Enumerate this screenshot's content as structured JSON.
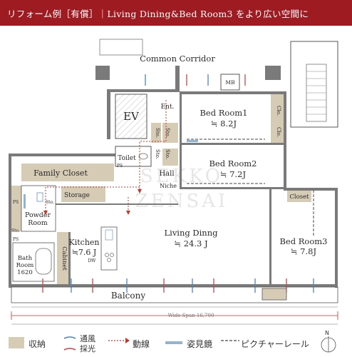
{
  "banner": {
    "text": "リフォーム例［有償］｜Living Dining&Bed Room3 をより広い空間に"
  },
  "plan": {
    "corridor": "Common Corridor",
    "mb": "MB",
    "ev": "EV",
    "ent": "Ent.",
    "bed1": {
      "name": "Bed Room1",
      "size": "≒ 8.2J"
    },
    "bed2": {
      "name": "Bed Room2",
      "size": "≒ 7.2J"
    },
    "bed3": {
      "name": "Bed Room3",
      "size": "≒ 7.8J"
    },
    "living": {
      "name": "Living Dinng",
      "size": "≒ 24.3 J"
    },
    "kitchen": {
      "name": "Kitchen",
      "size": "≒7.6 J"
    },
    "family_closet": "Family Closet",
    "storage": "Storage",
    "powder": {
      "line1": "Powder",
      "line2": "Room"
    },
    "bath": {
      "line1": "Bath",
      "line2": "Room",
      "line3": "1620"
    },
    "cabinet": "Cabinet",
    "toilet": "Toilet",
    "hall": "Hall",
    "niche": "Niche",
    "closet": "Closet",
    "clo": "Clo.",
    "sto": "Sto.",
    "ps": "PS",
    "dw": "DW",
    "balcony": "Balcony",
    "wide_span": "Wide Span 16,700",
    "watermark_1": "SEKKO",
    "watermark_2": "ZENSAI",
    "north": "N"
  },
  "legend": {
    "storage": "収納",
    "ventilation_1": "通風",
    "ventilation_2": "採光",
    "flow": "動線",
    "mirror": "姿見鏡",
    "picture_rail": "ピクチャーレール"
  },
  "colors": {
    "banner": "#9e1b22",
    "wall": "#7a7a7a",
    "storage": "#d6cbb4",
    "flow": "#c0392b",
    "breeze_red": "#d0454c",
    "breeze_blue": "#4a86c5",
    "mirror": "#8fb5d3"
  }
}
